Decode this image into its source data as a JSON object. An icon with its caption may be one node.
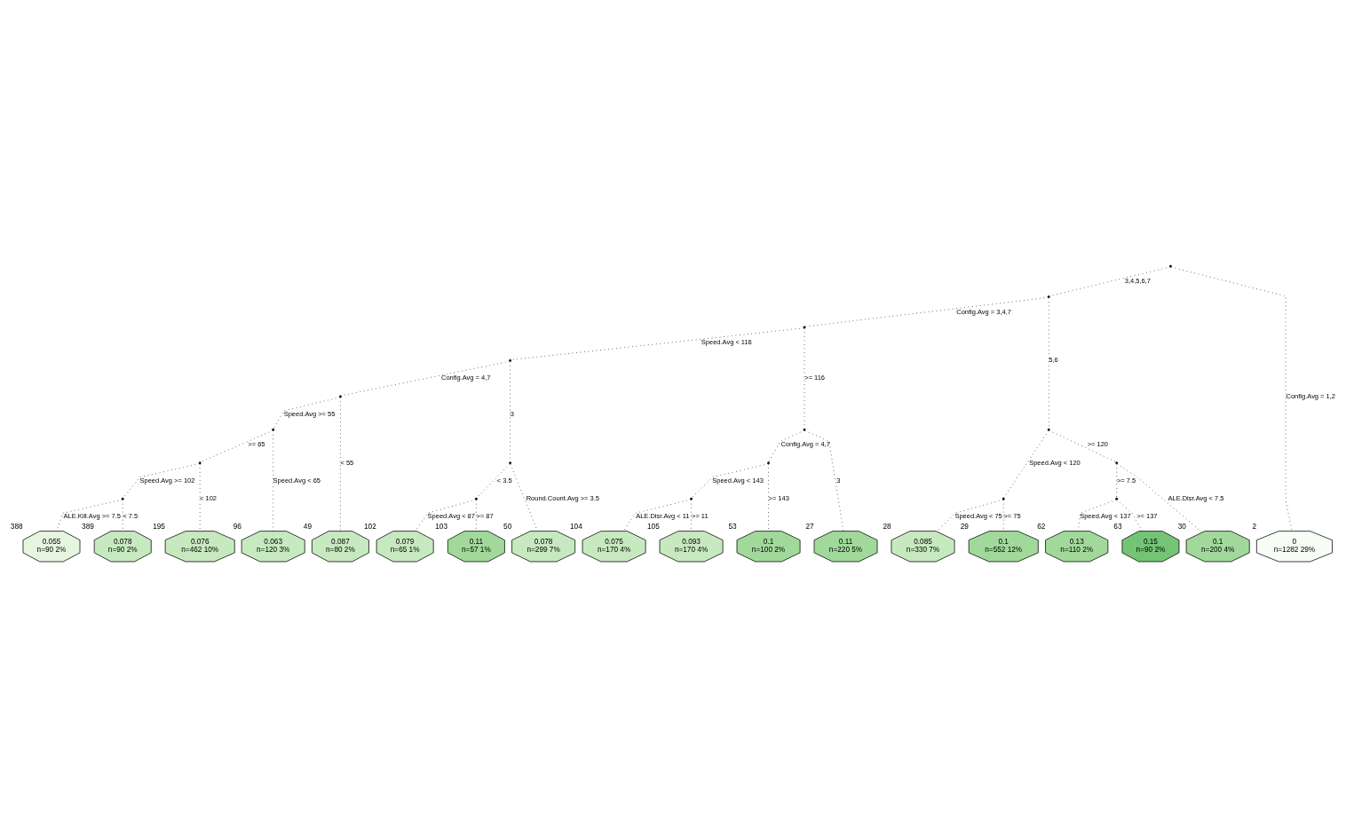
{
  "diagram": {
    "nodes": [
      {
        "text": [],
        "shape": "point"
      },
      {
        "text": [],
        "shape": "point"
      },
      {
        "text": [],
        "shape": "point"
      },
      {
        "text": [],
        "shape": "point"
      },
      {
        "text": [],
        "shape": "point"
      },
      {
        "text": [],
        "shape": "point"
      },
      {
        "text": [],
        "shape": "point"
      },
      {
        "text": [],
        "shape": "point"
      },
      {
        "text": [],
        "shape": "point"
      },
      {
        "text": [],
        "shape": "point"
      },
      {
        "text": [],
        "shape": "point"
      },
      {
        "text": [],
        "shape": "point"
      },
      {
        "text": [],
        "shape": "point"
      },
      {
        "text": [],
        "shape": "point"
      },
      {
        "text": [],
        "shape": "point"
      },
      {
        "text": [],
        "shape": "point"
      },
      {
        "text": [],
        "shape": "point"
      },
      {
        "text": [
          "0",
          "n=1282 29%"
        ],
        "beside": [
          "2"
        ]
      },
      {
        "text": [
          "0.063",
          "n=120 3%"
        ],
        "beside": [
          "96"
        ]
      },
      {
        "text": [
          "0.055",
          "n=90 2%"
        ],
        "beside": [
          "388"
        ]
      },
      {
        "text": [
          "0.078",
          "n=90 2%"
        ],
        "beside": [
          "389"
        ]
      },
      {
        "text": [
          "0.076",
          "n=462 10%"
        ],
        "beside": [
          "195"
        ]
      },
      {
        "text": [
          "0.087",
          "n=80 2%"
        ],
        "beside": [
          "49"
        ]
      },
      {
        "text": [
          "0.078",
          "n=299 7%"
        ],
        "beside": [
          "50"
        ]
      },
      {
        "text": [
          "0.079",
          "n=65 1%"
        ],
        "beside": [
          "102"
        ]
      },
      {
        "text": [
          "0.11",
          "n=57 1%"
        ],
        "beside": [
          "103"
        ]
      },
      {
        "text": [
          "0.075",
          "n=170 4%"
        ],
        "beside": [
          "104"
        ]
      },
      {
        "text": [
          "0.093",
          "n=170 4%"
        ],
        "beside": [
          "105"
        ]
      },
      {
        "text": [
          "0.1",
          "n=100 2%"
        ],
        "beside": [
          "53"
        ]
      },
      {
        "text": [
          "0.11",
          "n=220 5%"
        ],
        "beside": [
          "27"
        ]
      },
      {
        "text": [
          "0.085",
          "n=330 7%"
        ],
        "beside": [
          "28"
        ]
      },
      {
        "text": [
          "0.1",
          "n=552 12%"
        ],
        "beside": [
          "29"
        ]
      },
      {
        "text": [
          "0.1",
          "n=200 4%"
        ],
        "beside": [
          "30"
        ]
      },
      {
        "text": [
          "0.13",
          "n=110 2%"
        ],
        "beside": [
          "62"
        ]
      },
      {
        "text": [
          "0.15",
          "n=90 2%"
        ],
        "beside": [
          "63"
        ]
      }
    ],
    "edges": [
      {
        "from": 0,
        "to": 17,
        "arrow": "none",
        "label": "Config.Avg = 1,2"
      },
      {
        "from": 0,
        "to": 1,
        "arrow": "none",
        "label": "3,4,5,6,7"
      },
      {
        "from": 1,
        "to": 2,
        "arrow": "none",
        "label": "Config.Avg = 3,4,7"
      },
      {
        "from": 1,
        "to": 3,
        "arrow": "none",
        "label": "5,6"
      },
      {
        "from": 2,
        "to": 4,
        "arrow": "none",
        "label": "Speed.Avg < 116"
      },
      {
        "from": 2,
        "to": 5,
        "arrow": "none",
        "label": ">= 116"
      },
      {
        "from": 4,
        "to": 8,
        "arrow": "none",
        "label": "Config.Avg = 4,7"
      },
      {
        "from": 4,
        "to": 9,
        "arrow": "none",
        "label": "3"
      },
      {
        "from": 8,
        "to": 12,
        "arrow": "none",
        "label": "Speed.Avg >= 55"
      },
      {
        "from": 8,
        "to": 22,
        "arrow": "none",
        "label": "< 55"
      },
      {
        "from": 12,
        "to": 18,
        "arrow": "none",
        "label": "Speed.Avg < 65"
      },
      {
        "from": 12,
        "to": 15,
        "arrow": "none",
        "label": ">= 65"
      },
      {
        "from": 15,
        "to": 16,
        "arrow": "none",
        "label": "Speed.Avg >= 102"
      },
      {
        "from": 15,
        "to": 21,
        "arrow": "none",
        "label": "< 102"
      },
      {
        "from": 16,
        "to": 19,
        "arrow": "none",
        "label": "ALE.Kill.Avg >= 7.5"
      },
      {
        "from": 16,
        "to": 20,
        "arrow": "none",
        "label": "< 7.5"
      },
      {
        "from": 9,
        "to": 23,
        "arrow": "none",
        "label": "Round.Count.Avg >= 3.5"
      },
      {
        "from": 9,
        "to": 13,
        "arrow": "none",
        "label": "< 3.5"
      },
      {
        "from": 13,
        "to": 24,
        "arrow": "none",
        "label": "Speed.Avg < 87"
      },
      {
        "from": 13,
        "to": 25,
        "arrow": "none",
        "label": ">= 87"
      },
      {
        "from": 5,
        "to": 10,
        "arrow": "none",
        "label": "Config.Avg = 4,7"
      },
      {
        "from": 5,
        "to": 29,
        "arrow": "none",
        "label": "3"
      },
      {
        "from": 10,
        "to": 14,
        "arrow": "none",
        "label": "Speed.Avg < 143"
      },
      {
        "from": 10,
        "to": 28,
        "arrow": "none",
        "label": ">= 143"
      },
      {
        "from": 14,
        "to": 26,
        "arrow": "none",
        "label": "ALE.Disr.Avg < 11"
      },
      {
        "from": 14,
        "to": 27,
        "arrow": "none",
        "label": ">= 11"
      },
      {
        "from": 3,
        "to": 6,
        "arrow": "none",
        "label": "Speed.Avg < 120"
      },
      {
        "from": 3,
        "to": 7,
        "arrow": "none",
        "label": ">= 120"
      },
      {
        "from": 6,
        "to": 30,
        "arrow": "none",
        "label": "Speed.Avg < 75"
      },
      {
        "from": 6,
        "to": 31,
        "arrow": "none",
        "label": ">= 75"
      },
      {
        "from": 7,
        "to": 32,
        "arrow": "none",
        "label": "ALE.Disr.Avg < 7.5"
      },
      {
        "from": 7,
        "to": 11,
        "arrow": "none",
        "label": ">= 7.5"
      },
      {
        "from": 11,
        "to": 33,
        "arrow": "none",
        "label": "Speed.Avg < 137"
      },
      {
        "from": 11,
        "to": 34,
        "arrow": "none",
        "label": ">= 137"
      }
    ]
  }
}
